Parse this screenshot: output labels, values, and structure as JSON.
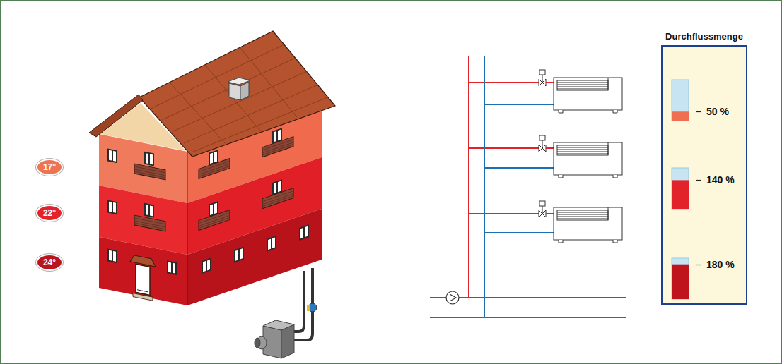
{
  "diagram": {
    "nodes": [
      {
        "text": [
          "17°"
        ]
      },
      {
        "text": [
          "22°"
        ]
      },
      {
        "text": [
          "24°"
        ]
      },
      {
        "text": [
          "Durchflussmenge"
        ]
      },
      {
        "text": [
          "50 %"
        ],
        "in": 3
      },
      {
        "text": [
          "140 %"
        ],
        "in": 3
      },
      {
        "text": [
          "180 %"
        ],
        "in": 3
      }
    ]
  }
}
